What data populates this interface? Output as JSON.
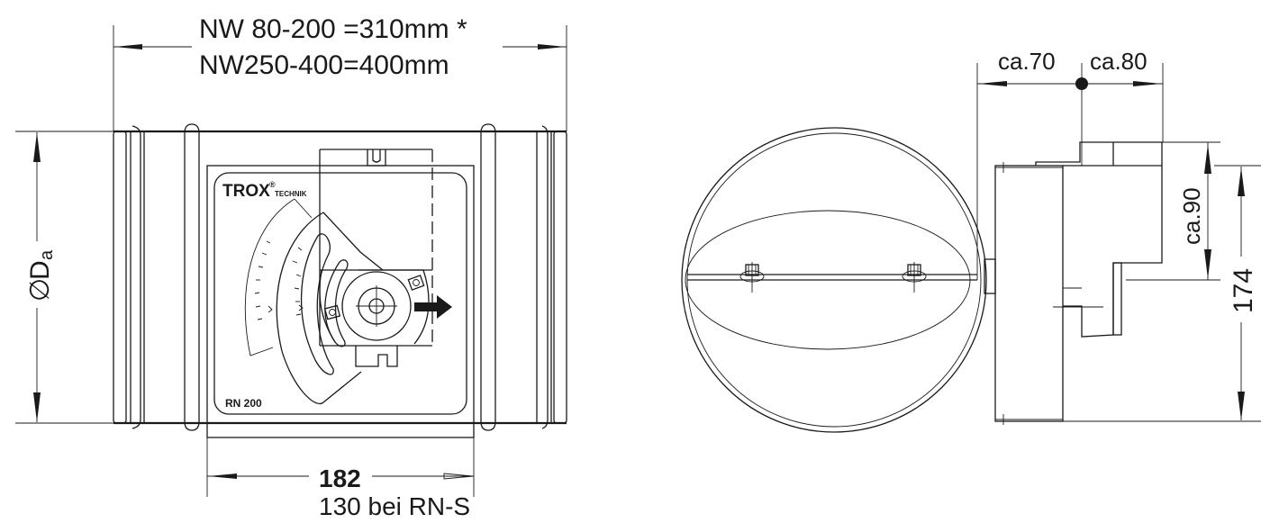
{
  "drawing": {
    "left_view": {
      "length_dim_line1": "NW 80-200 =310mm *",
      "length_dim_line2": "NW250-400=400mm",
      "diameter_symbol": "∅",
      "diameter_label": "D",
      "diameter_subscript": "a",
      "actuator_width_dim": "182",
      "actuator_width_alt": "130 bei RN-S",
      "brand_main": "TROX",
      "brand_reg": "®",
      "brand_sub": "TECHNIK",
      "model_label": "RN 200",
      "flow_arrow": "arrow-right"
    },
    "right_view": {
      "dim_left": "ca.70",
      "dim_right": "ca.80",
      "dim_height_actuator": "ca.90",
      "dim_height_total": "174"
    }
  }
}
